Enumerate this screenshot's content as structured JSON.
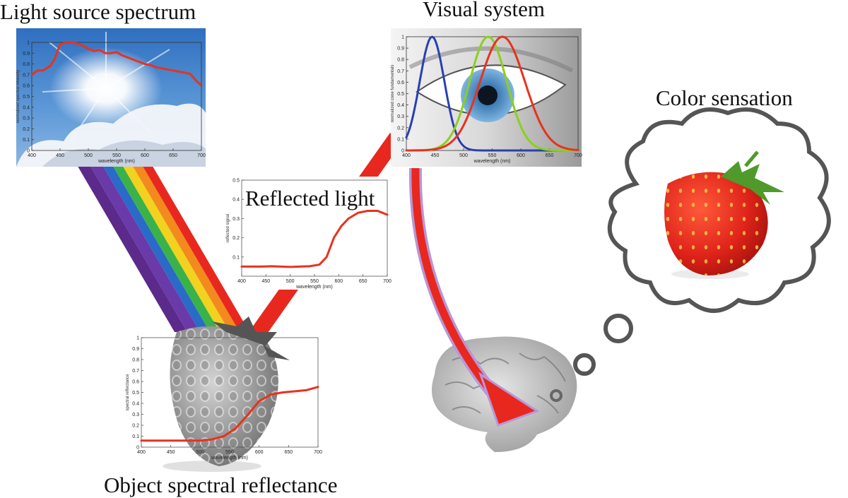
{
  "titles": {
    "light_source": "Light source spectrum",
    "visual_system": "Visual system",
    "color_sensation": "Color sensation",
    "reflected_light": "Reflected light",
    "object_reflectance": "Object spectral reflectance"
  },
  "colors": {
    "curve_red": "#e8321e",
    "cone_blue": "#2a40b0",
    "cone_green": "#8ccf1e",
    "cone_red": "#e8321e",
    "beam_red": "#e8281e",
    "cloud_outline": "#555555"
  },
  "chart_data": [
    {
      "id": "light-source",
      "type": "line",
      "xlabel": "wavelength (nm)",
      "ylabel": "normalized spectral intensity",
      "xlim": [
        400,
        700
      ],
      "ylim": [
        0,
        1
      ],
      "xticks": [
        "400",
        "450",
        "500",
        "550",
        "600",
        "650",
        "700"
      ],
      "yticks": [
        "0",
        "0.1",
        "0.2",
        "0.3",
        "0.4",
        "0.5",
        "0.6",
        "0.7",
        "0.8",
        "0.9",
        "1"
      ],
      "series": [
        {
          "x": [
            400,
            410,
            420,
            432,
            440,
            450,
            460,
            470,
            480,
            490,
            500,
            510,
            520,
            530,
            540,
            550,
            560,
            570,
            580,
            590,
            600,
            610,
            620,
            630,
            640,
            650,
            660,
            670,
            680,
            690,
            700
          ],
          "values": [
            0.7,
            0.74,
            0.74,
            0.78,
            0.84,
            0.98,
            1.0,
            1.0,
            0.99,
            0.97,
            0.94,
            0.92,
            0.93,
            0.9,
            0.9,
            0.91,
            0.88,
            0.86,
            0.84,
            0.82,
            0.8,
            0.79,
            0.77,
            0.76,
            0.75,
            0.74,
            0.73,
            0.72,
            0.71,
            0.65,
            0.6
          ]
        }
      ]
    },
    {
      "id": "visual-system",
      "type": "line",
      "xlabel": "wavelength (nm)",
      "ylabel": "normalized cone fundamentals",
      "xlim": [
        400,
        700
      ],
      "ylim": [
        0,
        1
      ],
      "xticks": [
        "400",
        "450",
        "500",
        "550",
        "600",
        "650",
        "700"
      ],
      "yticks": [
        "0",
        "0.1",
        "0.2",
        "0.3",
        "0.4",
        "0.5",
        "0.6",
        "0.7",
        "0.8",
        "0.9",
        "1"
      ],
      "series": [
        {
          "peak": 445,
          "width": 32,
          "colorKey": "cone_blue"
        },
        {
          "peak": 543,
          "width": 48,
          "colorKey": "cone_green"
        },
        {
          "peak": 568,
          "width": 58,
          "colorKey": "cone_red"
        }
      ]
    },
    {
      "id": "reflected-light",
      "type": "line",
      "xlabel": "wavelength (nm)",
      "ylabel": "reflected signal",
      "xlim": [
        400,
        700
      ],
      "ylim": [
        0,
        0.5
      ],
      "xticks": [
        "400",
        "450",
        "500",
        "550",
        "600",
        "650",
        "700"
      ],
      "yticks": [
        "0.1",
        "0.2",
        "0.3",
        "0.4",
        "0.5"
      ],
      "series": [
        {
          "x": [
            400,
            420,
            440,
            460,
            480,
            500,
            520,
            540,
            560,
            575,
            590,
            605,
            620,
            640,
            660,
            680,
            690,
            700
          ],
          "values": [
            0.05,
            0.05,
            0.05,
            0.052,
            0.05,
            0.048,
            0.05,
            0.052,
            0.06,
            0.1,
            0.2,
            0.26,
            0.3,
            0.33,
            0.34,
            0.34,
            0.33,
            0.32
          ]
        }
      ]
    },
    {
      "id": "object-reflectance",
      "type": "line",
      "xlabel": "wavelength (nm)",
      "ylabel": "spectral reflectance",
      "xlim": [
        400,
        700
      ],
      "ylim": [
        0,
        1
      ],
      "xticks": [
        "400",
        "450",
        "500",
        "550",
        "600",
        "650",
        "700"
      ],
      "yticks": [
        "0",
        "0.1",
        "0.2",
        "0.3",
        "0.4",
        "0.5",
        "0.6",
        "0.7",
        "0.8",
        "0.9",
        "1"
      ],
      "series": [
        {
          "x": [
            400,
            420,
            440,
            460,
            480,
            500,
            520,
            540,
            560,
            580,
            600,
            620,
            640,
            660,
            680,
            700
          ],
          "values": [
            0.06,
            0.06,
            0.06,
            0.06,
            0.06,
            0.06,
            0.07,
            0.1,
            0.17,
            0.29,
            0.42,
            0.48,
            0.5,
            0.51,
            0.52,
            0.55
          ]
        }
      ]
    }
  ]
}
